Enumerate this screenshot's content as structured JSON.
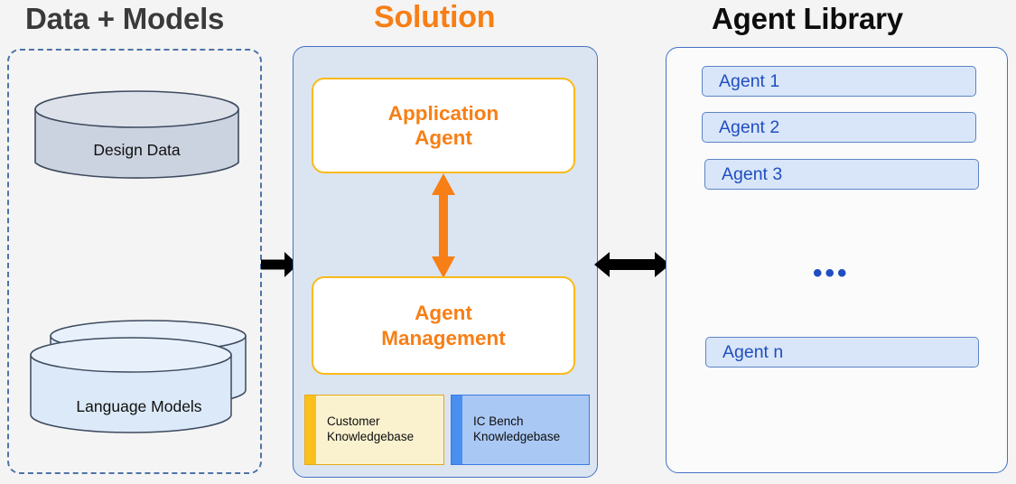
{
  "diagram": {
    "background_color": "#f4f4f4",
    "columns": [
      {
        "id": "data-models",
        "title": "Data + Models",
        "title_color": "#3a3a3a",
        "border_style": "dashed",
        "border_color": "#4e73a8"
      },
      {
        "id": "solution",
        "title": "Solution",
        "title_color": "#f77f16",
        "border_style": "solid",
        "border_color": "#4472c4",
        "fill_color": "#dbe5f1"
      },
      {
        "id": "agent-library",
        "title": "Agent Library",
        "title_color": "#0d0d0d",
        "border_style": "solid",
        "border_color": "#4472c4",
        "fill_color": "#fbfbfb"
      }
    ]
  },
  "data_panel": {
    "cylinders": [
      {
        "id": "design-data",
        "label": "Design  Data",
        "fill_color": "#ccd3e0",
        "stroke_color": "#3d4a5e",
        "stacked": false
      },
      {
        "id": "language-models",
        "label": "Language Models",
        "fill_color": "#dbe9f8",
        "stroke_color": "#3d4a5e",
        "stacked": true
      }
    ]
  },
  "solution_panel": {
    "boxes": [
      {
        "id": "application-agent",
        "label": "Application\nAgent",
        "line1": "Application",
        "line2": "Agent",
        "fill_color": "#ffffff",
        "border_color": "#f9ba19",
        "text_color": "#f77f16"
      },
      {
        "id": "agent-management",
        "label": "Agent\nManagement",
        "line1": "Agent",
        "line2": "Management",
        "fill_color": "#ffffff",
        "border_color": "#f9ba19",
        "text_color": "#f77f16"
      }
    ],
    "internal_arrow": {
      "id": "application-agent-to-agent-management",
      "direction": "bidirectional",
      "orientation": "vertical",
      "color": "#f77f16"
    },
    "knowledgebases": [
      {
        "id": "customer-knowledgebase",
        "line1": "Customer",
        "line2": "Knowledgebase",
        "fill_color": "#faf2cf",
        "accent_color": "#fbc01b",
        "border_color": "#e8a815"
      },
      {
        "id": "ic-bench-knowledgebase",
        "line1": "IC Bench",
        "line2": "Knowledgebase",
        "fill_color": "#aac8f4",
        "accent_color": "#4a8ef0",
        "border_color": "#3a7ae0"
      }
    ]
  },
  "library_panel": {
    "agents": [
      {
        "id": "agent-1",
        "label": "Agent 1"
      },
      {
        "id": "agent-2",
        "label": "Agent 2"
      },
      {
        "id": "agent-3",
        "label": "Agent 3"
      },
      {
        "id": "agent-n",
        "label": "Agent n"
      }
    ],
    "ellipsis": "•••",
    "pill_fill_color": "#d9e6f9",
    "pill_border_color": "#5b84c4",
    "pill_text_color": "#1f4ec0"
  },
  "connectors": [
    {
      "id": "data-to-solution",
      "direction": "right",
      "color": "#000000"
    },
    {
      "id": "solution-to-library",
      "direction": "bidirectional",
      "color": "#000000"
    }
  ]
}
